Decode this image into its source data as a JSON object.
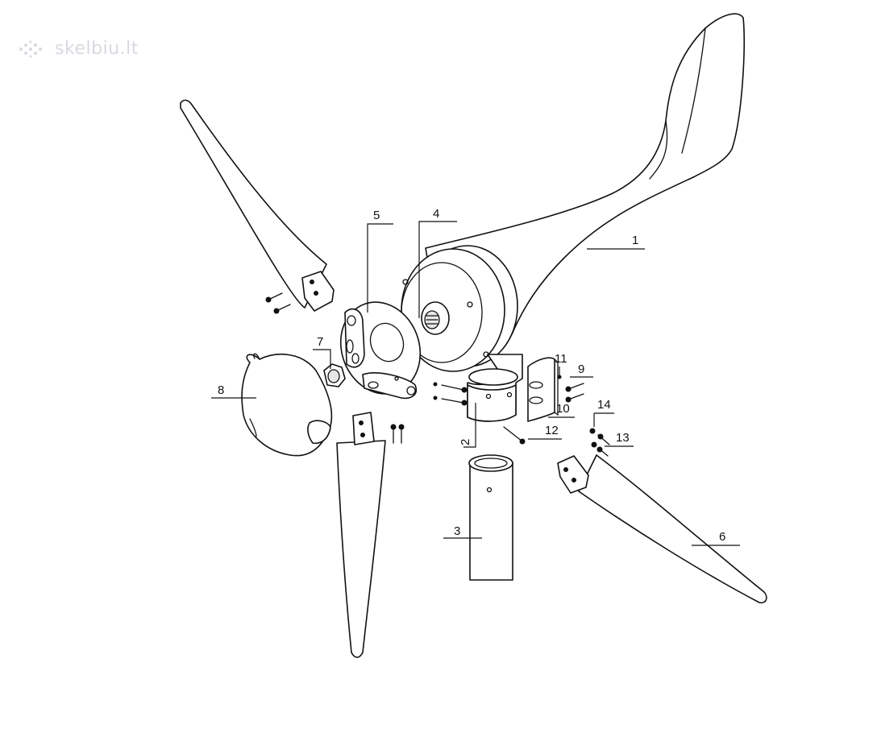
{
  "watermark": {
    "text": "skelbiu.lt",
    "icon": "dots-logo-icon"
  },
  "diagram": {
    "labels": [
      {
        "id": "1",
        "part": "nacelle-tail"
      },
      {
        "id": "2",
        "part": "yaw-adapter"
      },
      {
        "id": "3",
        "part": "tower-pipe"
      },
      {
        "id": "4",
        "part": "generator-shaft"
      },
      {
        "id": "5",
        "part": "hub-plate"
      },
      {
        "id": "6",
        "part": "blade-right"
      },
      {
        "id": "7",
        "part": "hub-nut"
      },
      {
        "id": "8",
        "part": "nose-cone"
      },
      {
        "id": "9",
        "part": "clamp-bolts"
      },
      {
        "id": "10",
        "part": "clamp"
      },
      {
        "id": "11",
        "part": "clamp-washer"
      },
      {
        "id": "12",
        "part": "set-screw"
      },
      {
        "id": "13",
        "part": "blade-bolts"
      },
      {
        "id": "14",
        "part": "blade-nuts"
      }
    ]
  }
}
